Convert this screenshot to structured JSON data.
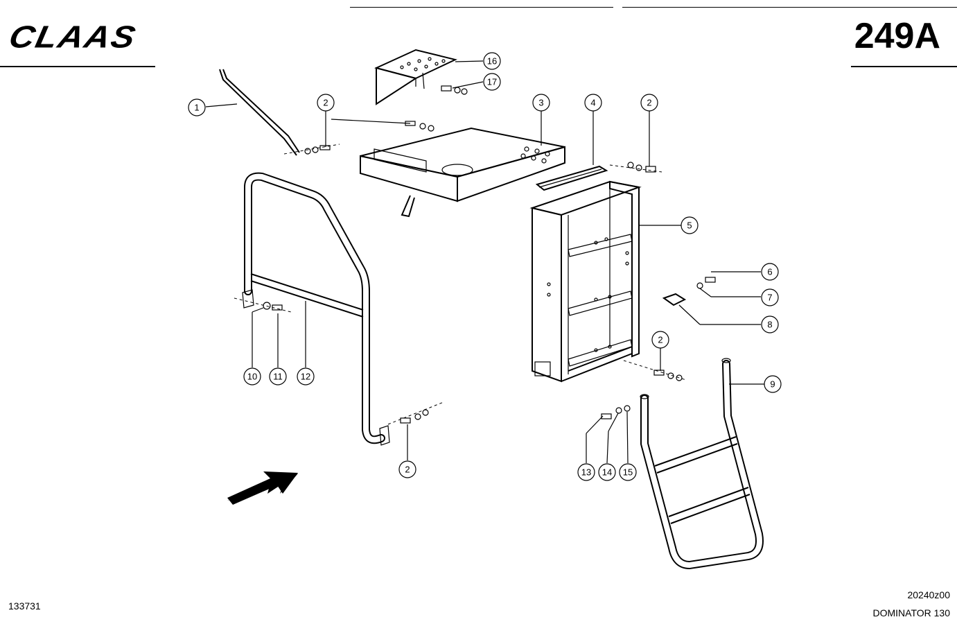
{
  "header": {
    "logo": "CLAAS",
    "page_number": "249A"
  },
  "footer": {
    "document_number": "133731",
    "reference_code": "20240z00",
    "model": "DOMINATOR 130"
  },
  "callouts": [
    {
      "id": "c1",
      "label": "1"
    },
    {
      "id": "c2a",
      "label": "2"
    },
    {
      "id": "c3",
      "label": "3"
    },
    {
      "id": "c4",
      "label": "4"
    },
    {
      "id": "c2b",
      "label": "2"
    },
    {
      "id": "c5",
      "label": "5"
    },
    {
      "id": "c6",
      "label": "6"
    },
    {
      "id": "c7",
      "label": "7"
    },
    {
      "id": "c8",
      "label": "8"
    },
    {
      "id": "c2c",
      "label": "2"
    },
    {
      "id": "c9",
      "label": "9"
    },
    {
      "id": "c10",
      "label": "10"
    },
    {
      "id": "c11",
      "label": "11"
    },
    {
      "id": "c12",
      "label": "12"
    },
    {
      "id": "c2d",
      "label": "2"
    },
    {
      "id": "c13",
      "label": "13"
    },
    {
      "id": "c14",
      "label": "14"
    },
    {
      "id": "c15",
      "label": "15"
    },
    {
      "id": "c16",
      "label": "16"
    },
    {
      "id": "c17",
      "label": "17"
    }
  ]
}
